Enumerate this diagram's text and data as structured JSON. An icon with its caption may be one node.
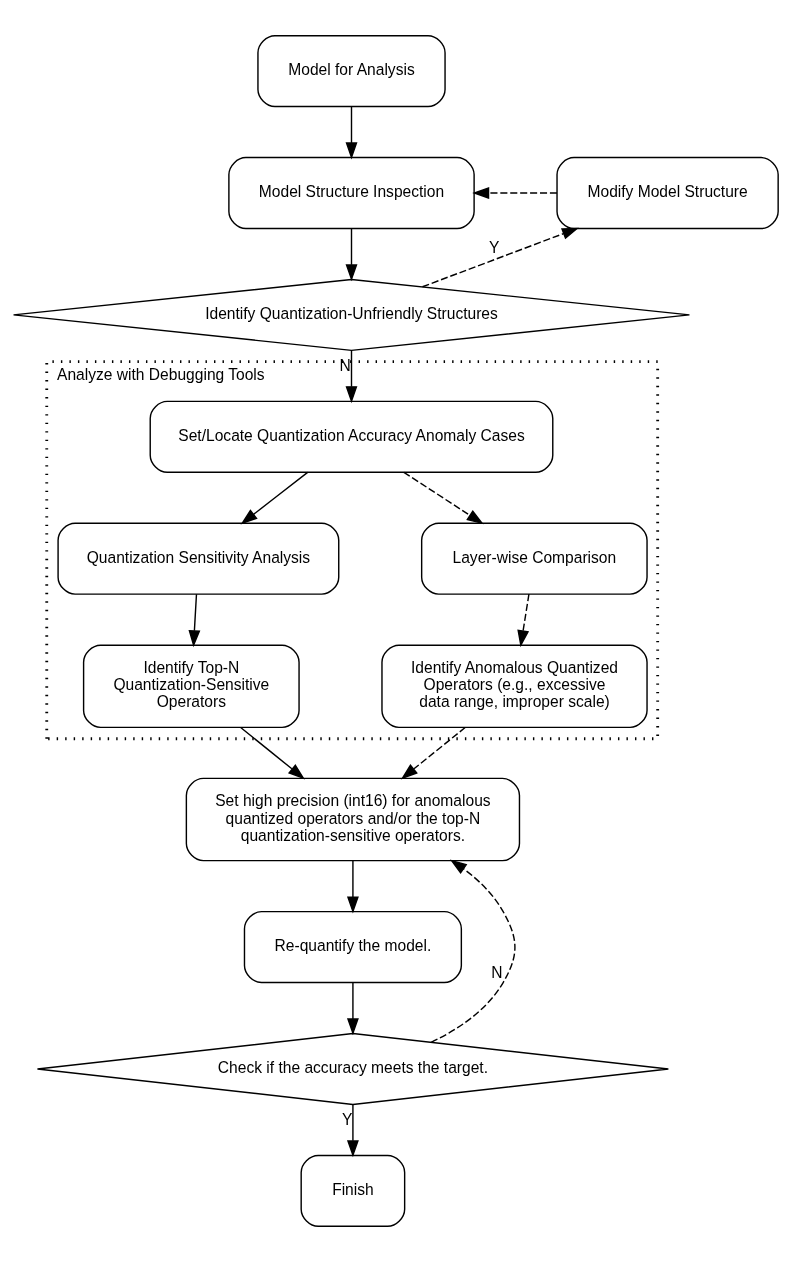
{
  "diagram": {
    "nodes": [
      {
        "text": [
          "Model for Analysis"
        ]
      },
      {
        "text": [
          "Model Structure Inspection"
        ]
      },
      {
        "text": [
          "Modify Model Structure"
        ]
      },
      {
        "text": [
          "Identify Quantization-Unfriendly Structures"
        ]
      },
      {
        "text": [
          "Analyze with Debugging Tools"
        ]
      },
      {
        "text": [
          "Set/Locate Quantization Accuracy Anomaly Cases"
        ],
        "in": 4
      },
      {
        "text": [
          "Quantization Sensitivity Analysis"
        ],
        "in": 4
      },
      {
        "text": [
          "Layer-wise Comparison"
        ],
        "in": 4
      },
      {
        "text": [
          "Identify Top-N Quantization-Sensitive Operators"
        ],
        "in": 4
      },
      {
        "text": [
          "Identify Anomalous Quantized Operators (e.g., excessive data range, improper scale)"
        ],
        "in": 4
      },
      {
        "text": [
          "Set high precision (int16) for anomalous quantized operators and/or the top-N quantization-sensitive operators."
        ]
      },
      {
        "text": [
          "Re-quantify the model."
        ]
      },
      {
        "text": [
          "Check if the accuracy meets the target."
        ]
      },
      {
        "text": [
          "Finish"
        ]
      }
    ],
    "edges": [
      {
        "from": 0,
        "to": 1,
        "arrow": "to"
      },
      {
        "from": 1,
        "to": 3,
        "arrow": "to"
      },
      {
        "from": 3,
        "to": 2,
        "arrow": "to",
        "label": "Y",
        "style": "dashed"
      },
      {
        "from": 2,
        "to": 1,
        "arrow": "to",
        "style": "dashed"
      },
      {
        "from": 3,
        "to": 5,
        "arrow": "to",
        "label": "N"
      },
      {
        "from": 5,
        "to": 6,
        "arrow": "to"
      },
      {
        "from": 5,
        "to": 7,
        "arrow": "to",
        "style": "dashed"
      },
      {
        "from": 6,
        "to": 8,
        "arrow": "to"
      },
      {
        "from": 7,
        "to": 9,
        "arrow": "to",
        "style": "dashed"
      },
      {
        "from": 8,
        "to": 10,
        "arrow": "to"
      },
      {
        "from": 9,
        "to": 10,
        "arrow": "to",
        "style": "dashed"
      },
      {
        "from": 10,
        "to": 11,
        "arrow": "to"
      },
      {
        "from": 11,
        "to": 12,
        "arrow": "to"
      },
      {
        "from": 12,
        "to": 10,
        "arrow": "to",
        "label": "N",
        "style": "dashed"
      },
      {
        "from": 12,
        "to": 13,
        "arrow": "to",
        "label": "Y"
      }
    ]
  }
}
